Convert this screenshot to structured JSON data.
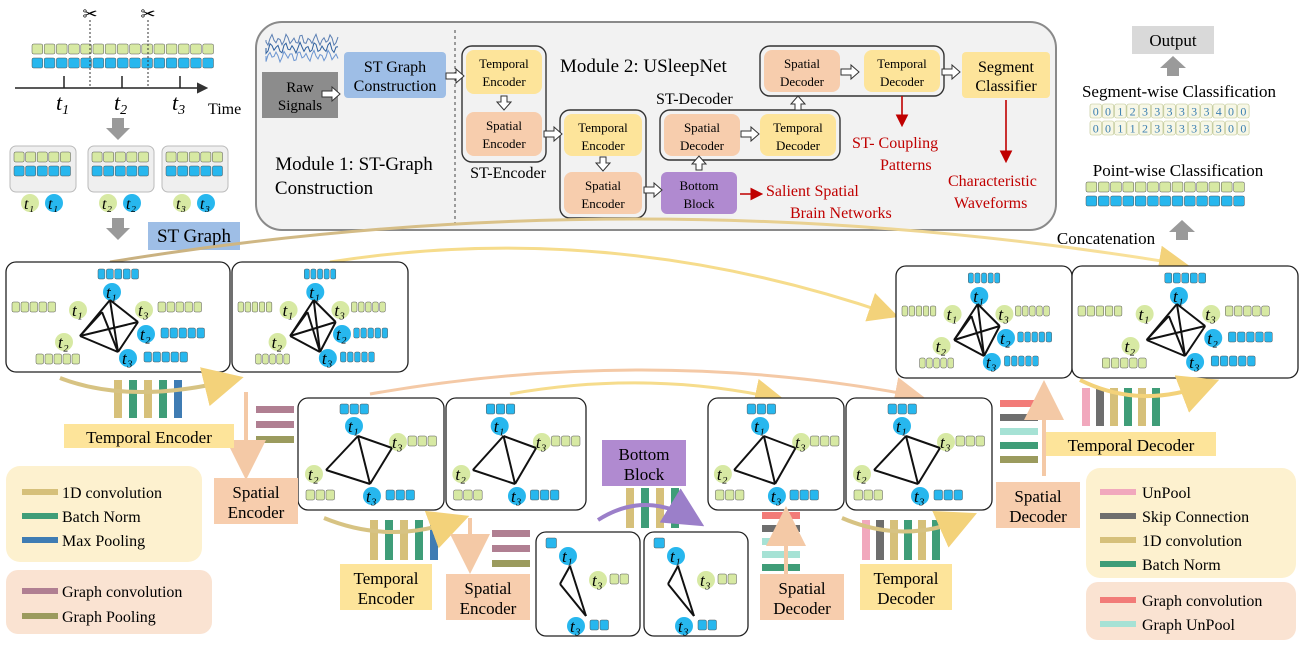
{
  "timeline": {
    "t1": "t",
    "t2": "t",
    "t3": "t",
    "sub1": "1",
    "sub2": "2",
    "sub3": "3",
    "axis_label": "Time"
  },
  "st_graph_label": "ST Graph",
  "module_box": {
    "raw_signals": [
      "Raw",
      "Signals"
    ],
    "st_graph_construction": [
      "ST Graph",
      "Construction"
    ],
    "module1_title": [
      "Module 1: ST-Graph",
      "Construction"
    ],
    "module2_title": "Module 2: USleepNet",
    "temporal_encoder": [
      "Temporal",
      "Encoder"
    ],
    "spatial_encoder": [
      "Spatial",
      "Encoder"
    ],
    "st_encoder": "ST-Encoder",
    "st_decoder": "ST-Decoder",
    "spatial_decoder": [
      "Spatial",
      "Decoder"
    ],
    "temporal_decoder": [
      "Temporal",
      "Decoder"
    ],
    "bottom_block": [
      "Bottom",
      "Block"
    ],
    "segment_classifier": [
      "Segment",
      "Classifier"
    ],
    "st_coupling": [
      "ST- Coupling",
      "Patterns"
    ],
    "salient_spatial": [
      "Salient Spatial",
      "Brain Networks"
    ],
    "characteristic": [
      "Characteristic",
      "Waveforms"
    ]
  },
  "output_panel": {
    "output": "Output",
    "segment_wise": "Segment-wise Classification",
    "point_wise": "Point-wise Classification",
    "concatenation": "Concatenation",
    "digits_row1": [
      "0",
      "0",
      "1",
      "2",
      "3",
      "3",
      "3",
      "3",
      "3",
      "3",
      "4",
      "0",
      "0"
    ],
    "digits_row2": [
      "0",
      "0",
      "1",
      "1",
      "2",
      "3",
      "3",
      "3",
      "3",
      "3",
      "3",
      "0",
      "0"
    ]
  },
  "pipeline_labels": {
    "temporal_encoder_main": "Temporal Encoder",
    "temporal_decoder_main": "Temporal Decoder",
    "spatial_encoder_1": [
      "Spatial",
      "Encoder"
    ],
    "temporal_encoder_2": [
      "Temporal",
      "Encoder"
    ],
    "spatial_encoder_2": [
      "Spatial",
      "Encoder"
    ],
    "bottom_block": [
      "Bottom",
      "Block"
    ],
    "spatial_decoder_2": [
      "Spatial",
      "Decoder"
    ],
    "temporal_decoder_2": [
      "Temporal",
      "Decoder"
    ],
    "spatial_decoder_1": [
      "Spatial",
      "Decoder"
    ]
  },
  "legend_left_top": [
    "1D convolution",
    "Batch Norm",
    "Max Pooling"
  ],
  "legend_left_bottom": [
    "Graph convolution",
    "Graph Pooling"
  ],
  "legend_right_top": [
    "UnPool",
    "Skip Connection",
    "1D convolution",
    "Batch Norm"
  ],
  "legend_right_bottom": [
    "Graph convolution",
    "Graph UnPool"
  ],
  "colors": {
    "green_seg": "#d7e9a3",
    "blue_seg": "#27b7ee",
    "temporal": "#fde49a",
    "spatial": "#f7cdad",
    "bottom": "#b08ad0",
    "st_blue": "#9ebee6",
    "raw_gray": "#8c8c8c",
    "red": "#c00000",
    "conv1d": "#d6c07a",
    "batchnorm": "#3f9d78",
    "maxpool": "#3f7cb3",
    "graphconv": "#b07f92",
    "graphpool": "#9b9b5e",
    "unpool": "#f1a8bd",
    "skip": "#6e6e6e",
    "graphconv_r": "#f27b78",
    "graphunpool": "#a6e2d5"
  }
}
